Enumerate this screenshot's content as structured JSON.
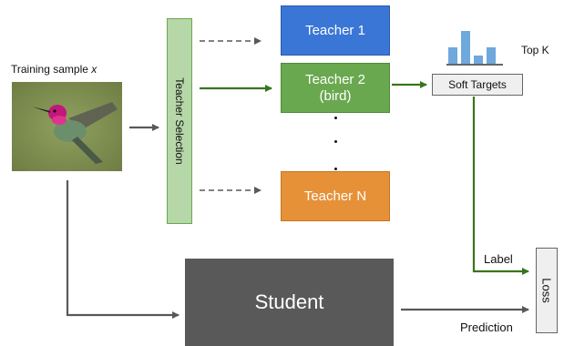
{
  "training_sample": {
    "label": "Training sample",
    "variable": "x"
  },
  "teacher_selection": {
    "label": "Teacher Selection"
  },
  "teachers": [
    {
      "name": "Teacher 1",
      "sub": "",
      "color": "#3a76d6"
    },
    {
      "name": "Teacher 2",
      "sub": "(bird)",
      "color": "#6aa84f"
    },
    {
      "name": "Teacher N",
      "sub": "",
      "color": "#e69138"
    }
  ],
  "soft_targets": {
    "label": "Soft Targets",
    "top_k_label": "Top K",
    "bar_values": [
      2,
      4,
      1,
      2
    ]
  },
  "student": {
    "label": "Student"
  },
  "loss": {
    "label": "Loss",
    "label_input": "Label",
    "prediction_input": "Prediction"
  },
  "colors": {
    "green": "#38761d",
    "gray": "#595959",
    "dashed": "#595959",
    "bar": "#6fa8dc",
    "selection_fill": "#b6d7a8",
    "selection_border": "#6aa84f"
  }
}
